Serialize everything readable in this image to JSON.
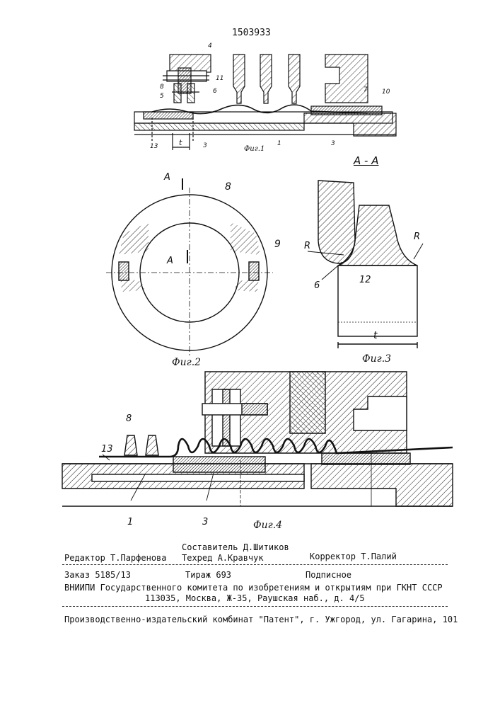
{
  "patent_number": "1503933",
  "fig1": {
    "caption": "Фиг.1",
    "labels": {
      "l4": "4",
      "l11": "11",
      "l8": "8",
      "l5": "5",
      "l6": "6",
      "l7": "7",
      "l10": "10",
      "l13": "13",
      "l3a": "3",
      "l3b": "3",
      "l1": "1",
      "t": "t"
    }
  },
  "fig2": {
    "caption": "Фиг.2",
    "labels": {
      "a_top": "A",
      "a_mid": "A",
      "l8": "8",
      "l9": "9"
    }
  },
  "fig3": {
    "section_title": "A - A",
    "caption": "Фиг.3",
    "labels": {
      "r_left": "R",
      "r_right": "R",
      "l6": "6",
      "l12": "12",
      "t": "t"
    }
  },
  "fig4": {
    "caption": "Фиг.4",
    "labels": {
      "l8": "8",
      "l13": "13",
      "l1": "1",
      "l3": "3"
    }
  },
  "imprint": {
    "editor": "Редактор Т.Парфенова",
    "compiler": "Составитель Д.Шитиков",
    "techred": "Техред А.Кравчук",
    "corrector": "Корректор Т.Палий",
    "order": "Заказ 5185/13",
    "circulation": "Тираж 693",
    "subscription": "Подписное",
    "vniipi_line": "ВНИИПИ Государственного комитета по изобретениям и открытиям при ГКНТ СССР",
    "address_line": "113035, Москва, Ж-35, Раушская наб., д. 4/5",
    "publisher_line": "Производственно-издательский комбинат \"Патент\", г. Ужгород, ул. Гагарина, 101"
  }
}
